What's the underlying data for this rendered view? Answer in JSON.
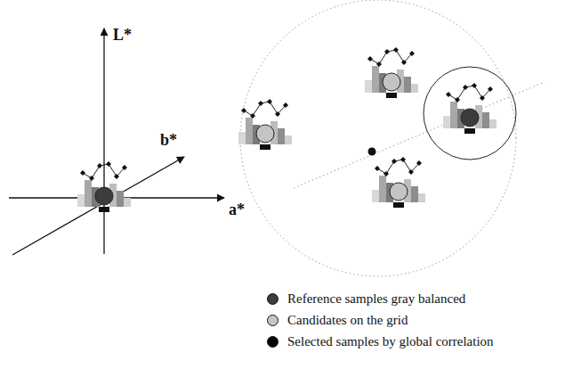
{
  "diagram": {
    "labels": [
      "L*",
      "b*",
      "a*"
    ],
    "legend": [
      {
        "text": "Reference samples gray balanced",
        "color": "#3c3c3c"
      },
      {
        "text": "Candidates on the grid",
        "color": "#c4c4c4"
      },
      {
        "text": "Selected samples by global correlation",
        "color": "#050505"
      }
    ]
  }
}
